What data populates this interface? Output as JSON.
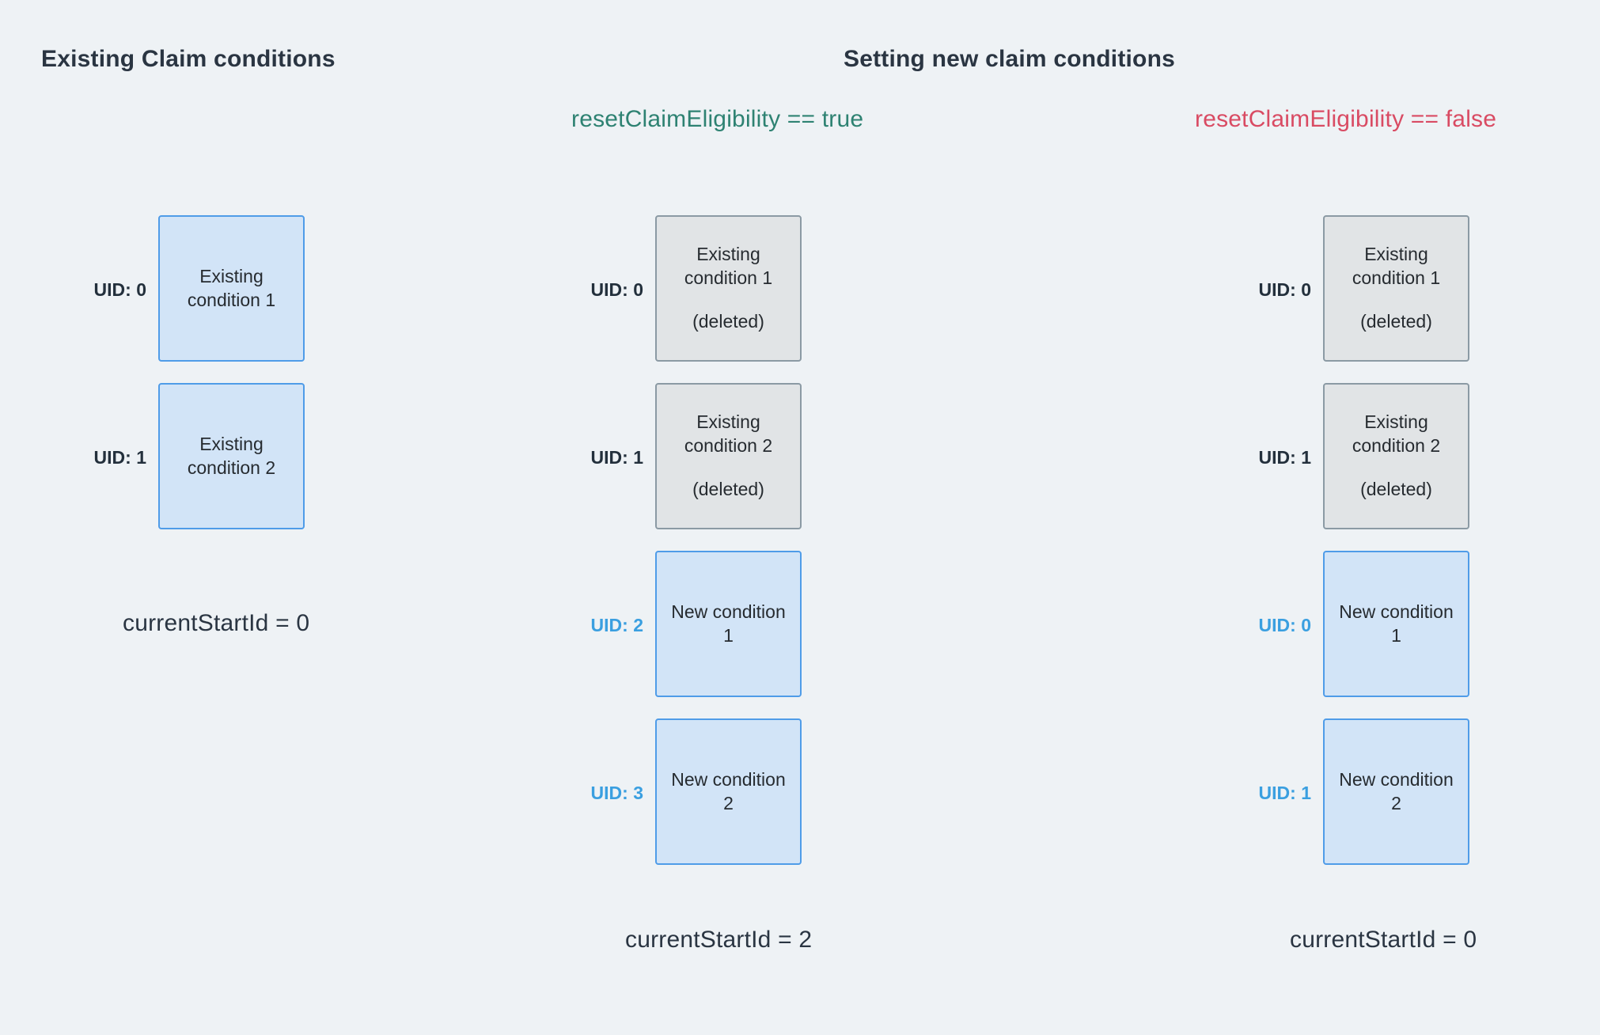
{
  "headings": {
    "left": "Existing Claim conditions",
    "right": "Setting new claim conditions"
  },
  "expressions": {
    "true_case": "resetClaimEligibility == true",
    "false_case": "resetClaimEligibility == false"
  },
  "colors": {
    "background": "#eef2f5",
    "heading_text": "#2a3542",
    "expr_true": "#2e8272",
    "expr_false": "#d94b63",
    "box_blue_fill": "#d2e4f7",
    "box_blue_border": "#4f9ce8",
    "box_grey_fill": "#e1e4e6",
    "box_grey_border": "#8b9aa4",
    "uid_dark": "#23303c",
    "uid_blue": "#3a9fe0"
  },
  "columns": [
    {
      "id": "existing",
      "title": "Existing Claim conditions",
      "items": [
        {
          "uid_label": "UID: 0",
          "uid_style": "dark",
          "box_style": "blue",
          "main": "Existing\ncondition 1",
          "sub": ""
        },
        {
          "uid_label": "UID: 1",
          "uid_style": "dark",
          "box_style": "blue",
          "main": "Existing\ncondition 2",
          "sub": ""
        }
      ],
      "start_id": "currentStartId = 0"
    },
    {
      "id": "reset-true",
      "expression": "resetClaimEligibility == true",
      "items": [
        {
          "uid_label": "UID: 0",
          "uid_style": "dark",
          "box_style": "grey",
          "main": "Existing\ncondition 1",
          "sub": "(deleted)"
        },
        {
          "uid_label": "UID: 1",
          "uid_style": "dark",
          "box_style": "grey",
          "main": "Existing\ncondition 2",
          "sub": "(deleted)"
        },
        {
          "uid_label": "UID: 2",
          "uid_style": "blue",
          "box_style": "blue",
          "main": "New condition\n1",
          "sub": ""
        },
        {
          "uid_label": "UID: 3",
          "uid_style": "blue",
          "box_style": "blue",
          "main": "New condition\n2",
          "sub": ""
        }
      ],
      "start_id": "currentStartId = 2"
    },
    {
      "id": "reset-false",
      "expression": "resetClaimEligibility == false",
      "items": [
        {
          "uid_label": "UID: 0",
          "uid_style": "dark",
          "box_style": "grey",
          "main": "Existing\ncondition 1",
          "sub": "(deleted)"
        },
        {
          "uid_label": "UID: 1",
          "uid_style": "dark",
          "box_style": "grey",
          "main": "Existing\ncondition 2",
          "sub": "(deleted)"
        },
        {
          "uid_label": "UID: 0",
          "uid_style": "blue",
          "box_style": "blue",
          "main": "New condition\n1",
          "sub": ""
        },
        {
          "uid_label": "UID: 1",
          "uid_style": "blue",
          "box_style": "blue",
          "main": "New condition\n2",
          "sub": ""
        }
      ],
      "start_id": "currentStartId = 0"
    }
  ]
}
